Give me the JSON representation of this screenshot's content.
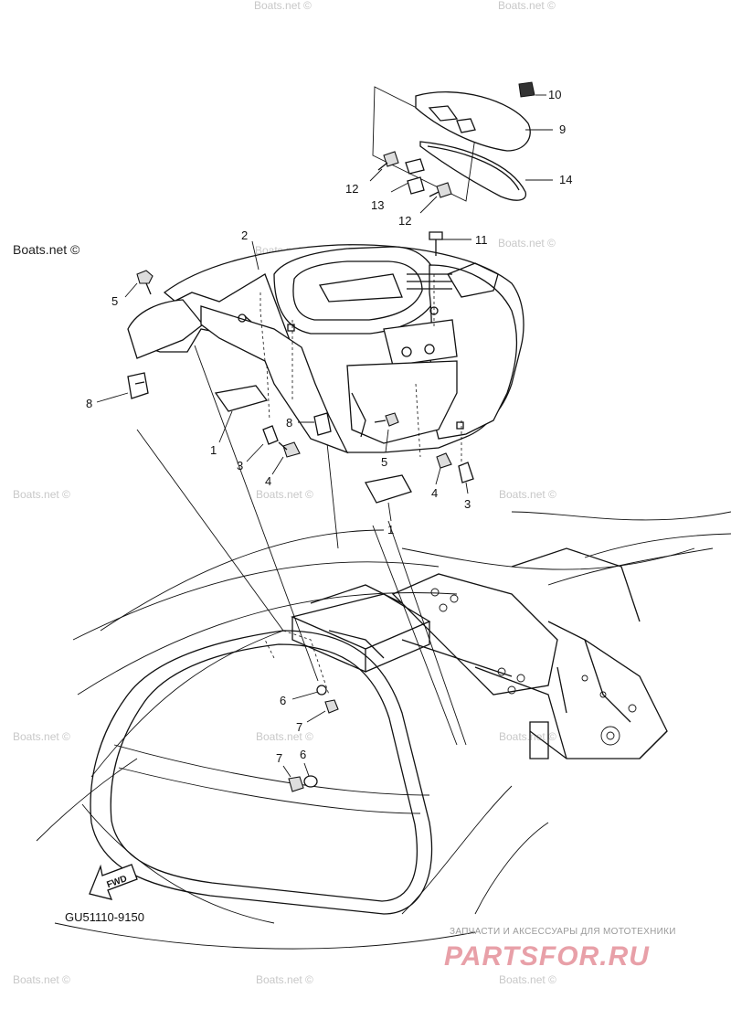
{
  "watermarks": {
    "text": "Boats.net ©",
    "strong_text": "Boats.net ©"
  },
  "callouts": {
    "p1a": "1",
    "p1b": "1",
    "p2": "2",
    "p3a": "3",
    "p3b": "3",
    "p4a": "4",
    "p4b": "4",
    "p5a": "5",
    "p5b": "5",
    "p6a": "6",
    "p6b": "6",
    "p7a": "7",
    "p7b": "7",
    "p8a": "8",
    "p8b": "8",
    "p9": "9",
    "p10": "10",
    "p11": "11",
    "p12a": "12",
    "p12b": "12",
    "p13": "13",
    "p14": "14"
  },
  "diagram_code": "GU51110-9150",
  "fwd_label": "FWD",
  "brand": {
    "tagline": "ЗАПЧАСТИ И АКСЕССУАРЫ ДЛЯ МОТОТЕХНИКИ",
    "name": "PARTSFOR.RU",
    "color": "#e8a0a8"
  }
}
